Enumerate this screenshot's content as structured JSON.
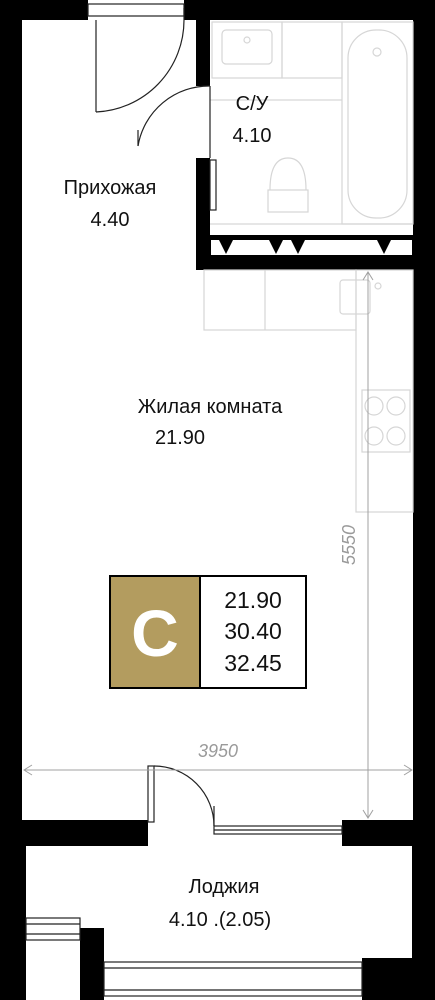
{
  "colors": {
    "wall": "#000000",
    "badge_bg": "#b39c5f",
    "badge_text": "#ffffff",
    "text": "#111111",
    "dimension": "#9a9a9a",
    "fixture": "#d6d6d6"
  },
  "rooms": {
    "hallway": {
      "name": "Прихожая",
      "area": "4.40"
    },
    "bathroom": {
      "name": "С/У",
      "area": "4.10"
    },
    "living": {
      "name": "Жилая комната",
      "area": "21.90"
    },
    "loggia": {
      "name": "Лоджия",
      "area": "4.10 .(2.05)"
    }
  },
  "badge": {
    "letter": "C",
    "areas": [
      "21.90",
      "30.40",
      "32.45"
    ]
  },
  "dimensions": {
    "width": "3950",
    "height": "5550"
  }
}
